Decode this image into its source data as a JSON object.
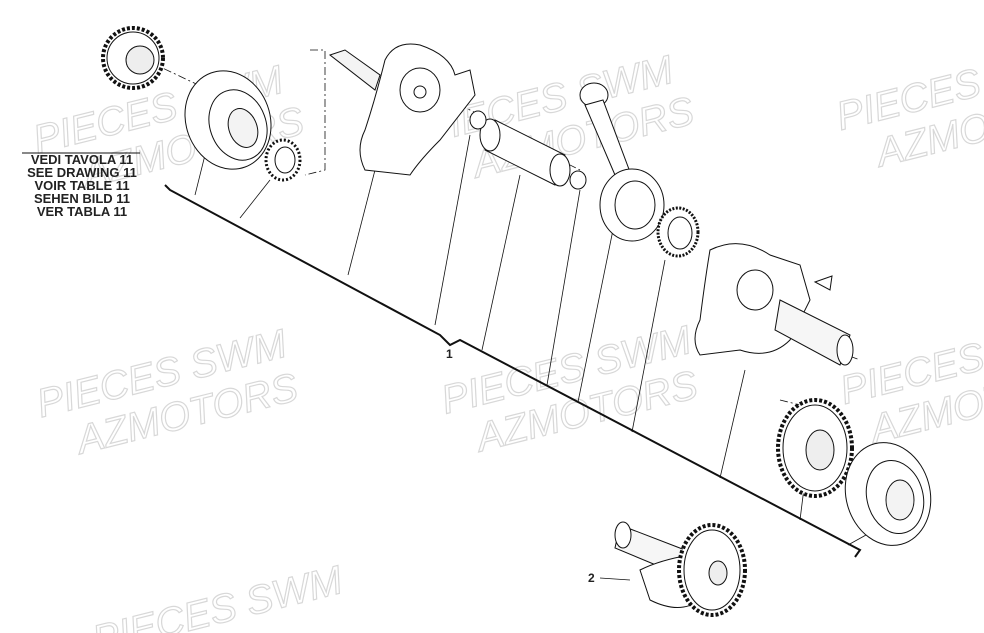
{
  "watermark": {
    "line1": "PIECES SWM",
    "line2": "AZMOTORS"
  },
  "note": [
    "VEDI TAVOLA 11",
    "SEE DRAWING 11",
    "VOIR TABLE 11",
    "SEHEN BILD 11",
    "VER TABLA 11"
  ],
  "callouts": {
    "crankshaft_assembly": "1",
    "balancer_shaft": "2"
  }
}
